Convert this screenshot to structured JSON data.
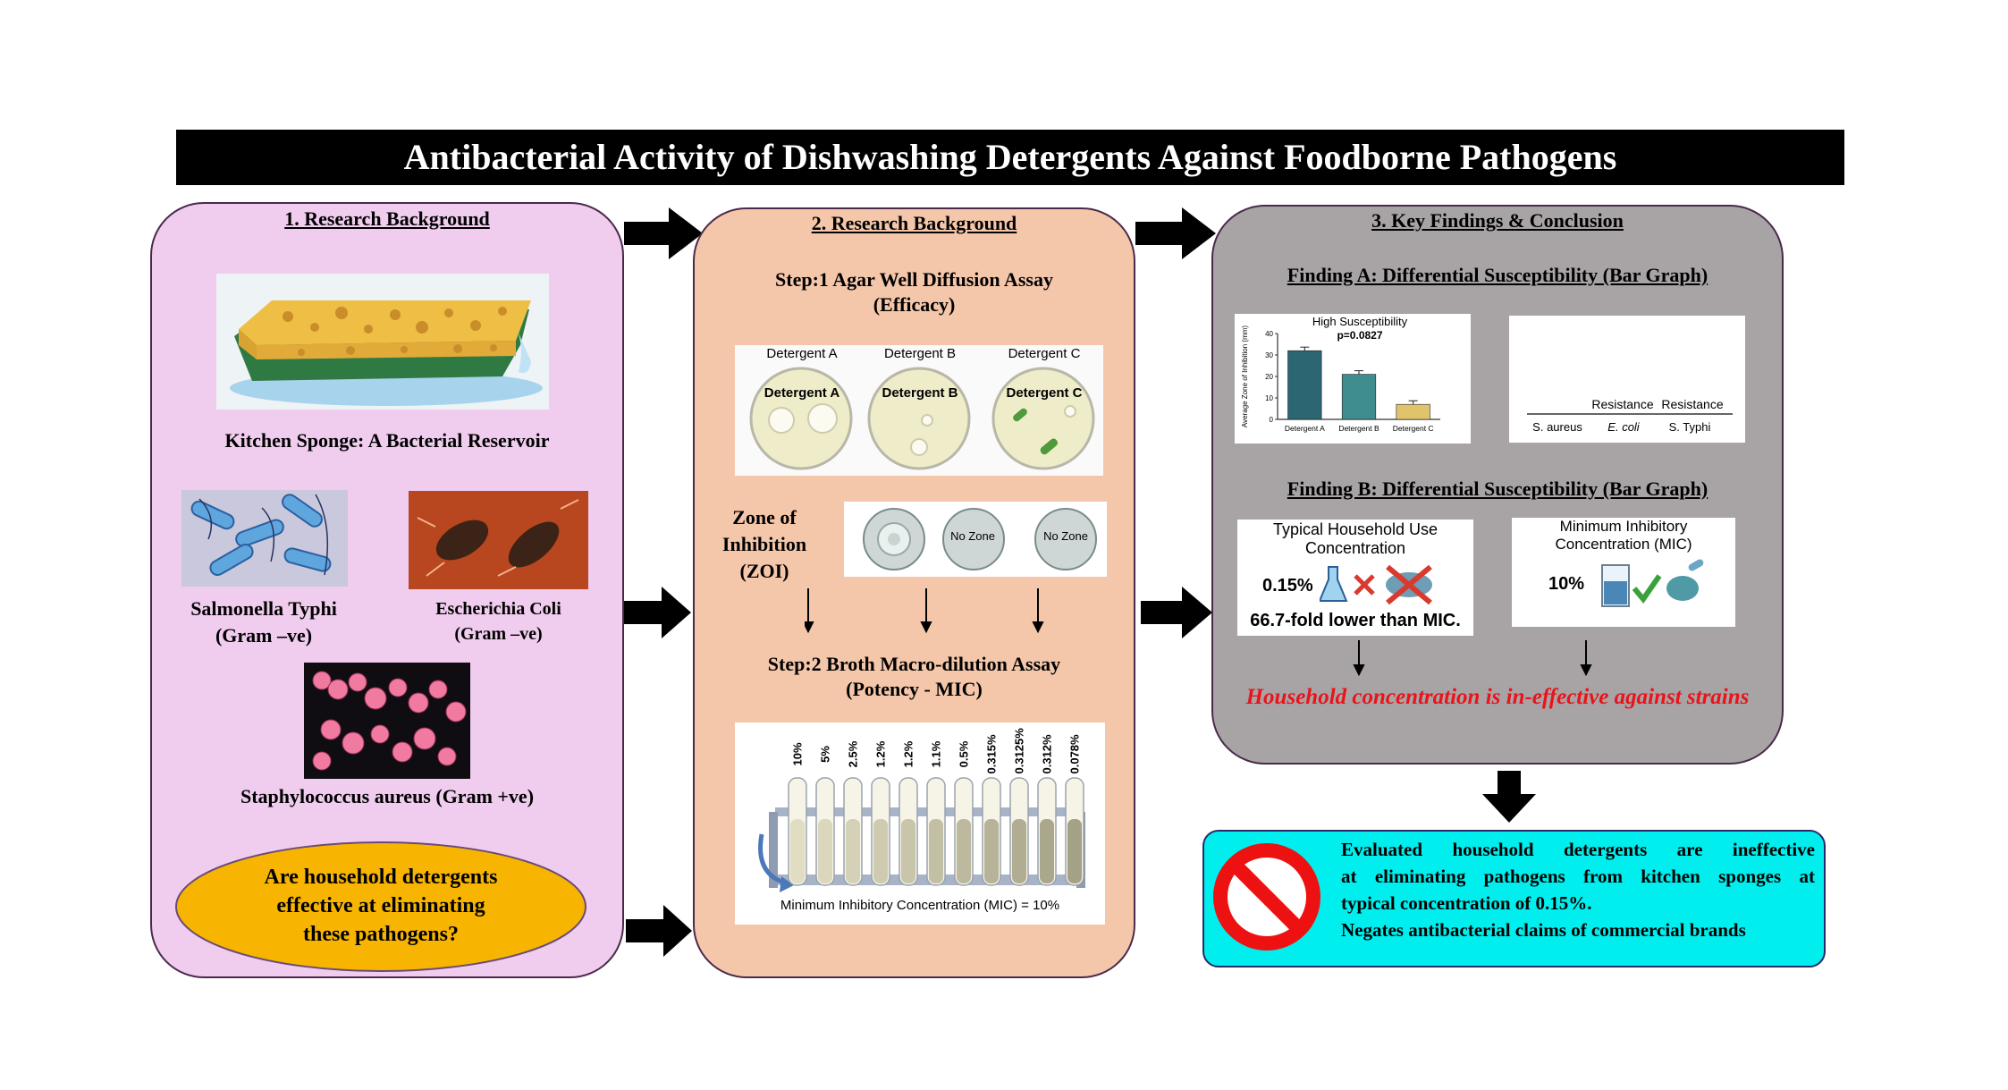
{
  "title": "Antibacterial Activity of Dishwashing Detergents Against Foodborne Pathogens",
  "panel1": {
    "heading": "1. Research Background",
    "sponge_caption": "Kitchen Sponge: A Bacterial Reservoir",
    "salmonella_line1": "Salmonella Typhi",
    "salmonella_line2": "(Gram –ve)",
    "ecoli_line1": "Escherichia Coli",
    "ecoli_line2": "(Gram –ve)",
    "staph_caption": "Staphylococcus aureus (Gram +ve)",
    "question_line1": "Are household detergents",
    "question_line2": "effective at eliminating",
    "question_line3": "these pathogens?"
  },
  "panel2": {
    "heading": "2. Research Background",
    "step1_line1": "Step:1 Agar Well Diffusion Assay",
    "step1_line2": "(Efficacy)",
    "plates": [
      {
        "top_label": "Detergent A",
        "inner_label": "Detergent A"
      },
      {
        "top_label": "Detergent B",
        "inner_label": "Detergent B"
      },
      {
        "top_label": "Detergent C",
        "inner_label": "Detergent C"
      }
    ],
    "zoi_line1": "Zone of",
    "zoi_line2": "Inhibition",
    "zoi_line3": "(ZOI)",
    "no_zone_1": "No Zone",
    "no_zone_2": "No Zone",
    "step2_line1": "Step:2 Broth Macro-dilution Assay",
    "step2_line2": "(Potency - MIC)",
    "tube_labels": [
      "10%",
      "5%",
      "2.5%",
      "1.2%",
      "1.2%",
      "1.1%",
      "0.5%",
      "0.315%",
      "0.3125%",
      "0.312%",
      "0.078%"
    ],
    "mic_caption": "Minimum Inhibitory Concentration (MIC) = 10%"
  },
  "panel3": {
    "heading": "3. Key Findings & Conclusion",
    "findingA": "Finding A: Differential Susceptibility (Bar Graph)",
    "findingB": "Finding B: Differential Susceptibility (Bar Graph)",
    "household_title_line1": "Typical Household Use",
    "household_title_line2": "Concentration",
    "household_value": "0.15%",
    "household_note": "66.7-fold lower than MIC.",
    "mic_title_line1": "Minimum Inhibitory",
    "mic_title_line2": "Concentration (MIC)",
    "mic_value": "10%",
    "resistance_chart": {
      "labels": [
        "Resistance",
        "Resistance"
      ],
      "categories": [
        "S. aureus",
        "E. coli",
        "S. Typhi"
      ]
    },
    "red_statement": "Household concentration is in-effective against strains"
  },
  "chart_data": {
    "type": "bar",
    "title": "High Susceptibility",
    "subtitle": "p=0.0827",
    "ylabel": "Average Zone of Inhibition (mm)",
    "categories": [
      "Detergent A",
      "Detergent B",
      "Detergent C"
    ],
    "values": [
      32,
      21,
      7
    ],
    "ylim": [
      0,
      40
    ],
    "yticks": [
      0,
      10,
      20,
      30,
      40
    ],
    "colors": [
      "#2b6672",
      "#3f8d8e",
      "#e0c46c"
    ]
  },
  "conclusion": {
    "line1": "Evaluated household detergents are ineffective",
    "line2": "at eliminating pathogens from kitchen sponges at",
    "line3": "typical concentration of 0.15%.",
    "line4": "Negates antibacterial claims of commercial brands"
  },
  "colors": {
    "panel1": "#f0ccee",
    "panel2": "#f5c7aa",
    "panel3": "#a8a4a6",
    "conclusion": "#00eeee",
    "question": "#f7b400",
    "red_text": "#e8141a"
  }
}
